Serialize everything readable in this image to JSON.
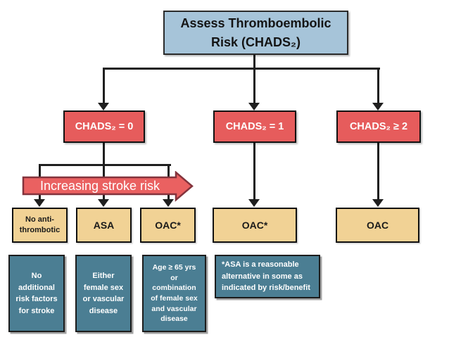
{
  "header": {
    "title": "Assess Thromboembolic\nRisk (CHADS₂)"
  },
  "risk_levels": [
    {
      "label": "CHADS₂ = 0"
    },
    {
      "label": "CHADS₂ = 1"
    },
    {
      "label": "CHADS₂ ≥ 2"
    }
  ],
  "stroke_arrow": {
    "label": "Increasing stroke risk"
  },
  "treatments": [
    {
      "label": "No anti-\nthrombotic"
    },
    {
      "label": "ASA"
    },
    {
      "label": "OAC*"
    },
    {
      "label": "OAC*"
    },
    {
      "label": "OAC"
    }
  ],
  "criteria": [
    {
      "text": "No\nadditional\nrisk factors\nfor stroke"
    },
    {
      "text": "Either\nfemale sex\nor vascular\ndisease"
    },
    {
      "text": "Age ≥ 65 yrs\nor\ncombination\nof female sex\nand vascular\ndisease"
    }
  ],
  "footnote": {
    "text": "*ASA is a reasonable\nalternative in some as\nindicated by risk/benefit"
  },
  "colors": {
    "header_fill": "#a6c4d9",
    "risk_fill": "#e65c5c",
    "treatment_fill": "#f1d295",
    "criteria_fill": "#4b7e93",
    "arrow_fill": "#ea6161",
    "arrow_border": "#83333c",
    "line": "#1f1f1f"
  }
}
